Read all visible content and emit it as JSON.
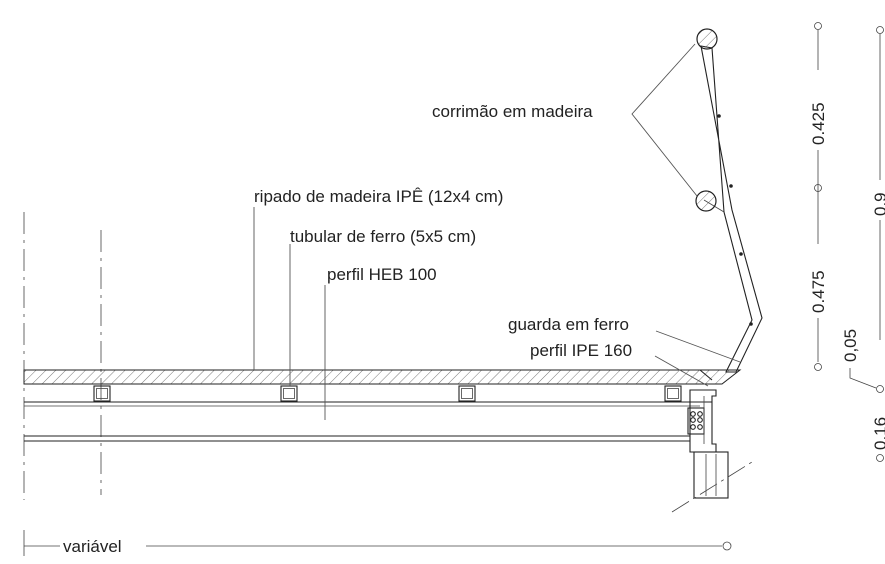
{
  "labels": {
    "corrimao": "corrimão em madeira",
    "ripado": "ripado de madeira IPÊ (12x4 cm)",
    "tubular": "tubular de ferro (5x5 cm)",
    "heb": "perfil HEB 100",
    "guarda": "guarda em ferro",
    "ipe": "perfil IPE 160"
  },
  "dimensions": {
    "d0425": "0.425",
    "d0475": "0.475",
    "d005": "0,05",
    "d09": "0.9",
    "d016": "0.16",
    "variavel": "variável"
  },
  "colors": {
    "line": "#222222",
    "hatch": "#555555",
    "background": "#ffffff"
  }
}
